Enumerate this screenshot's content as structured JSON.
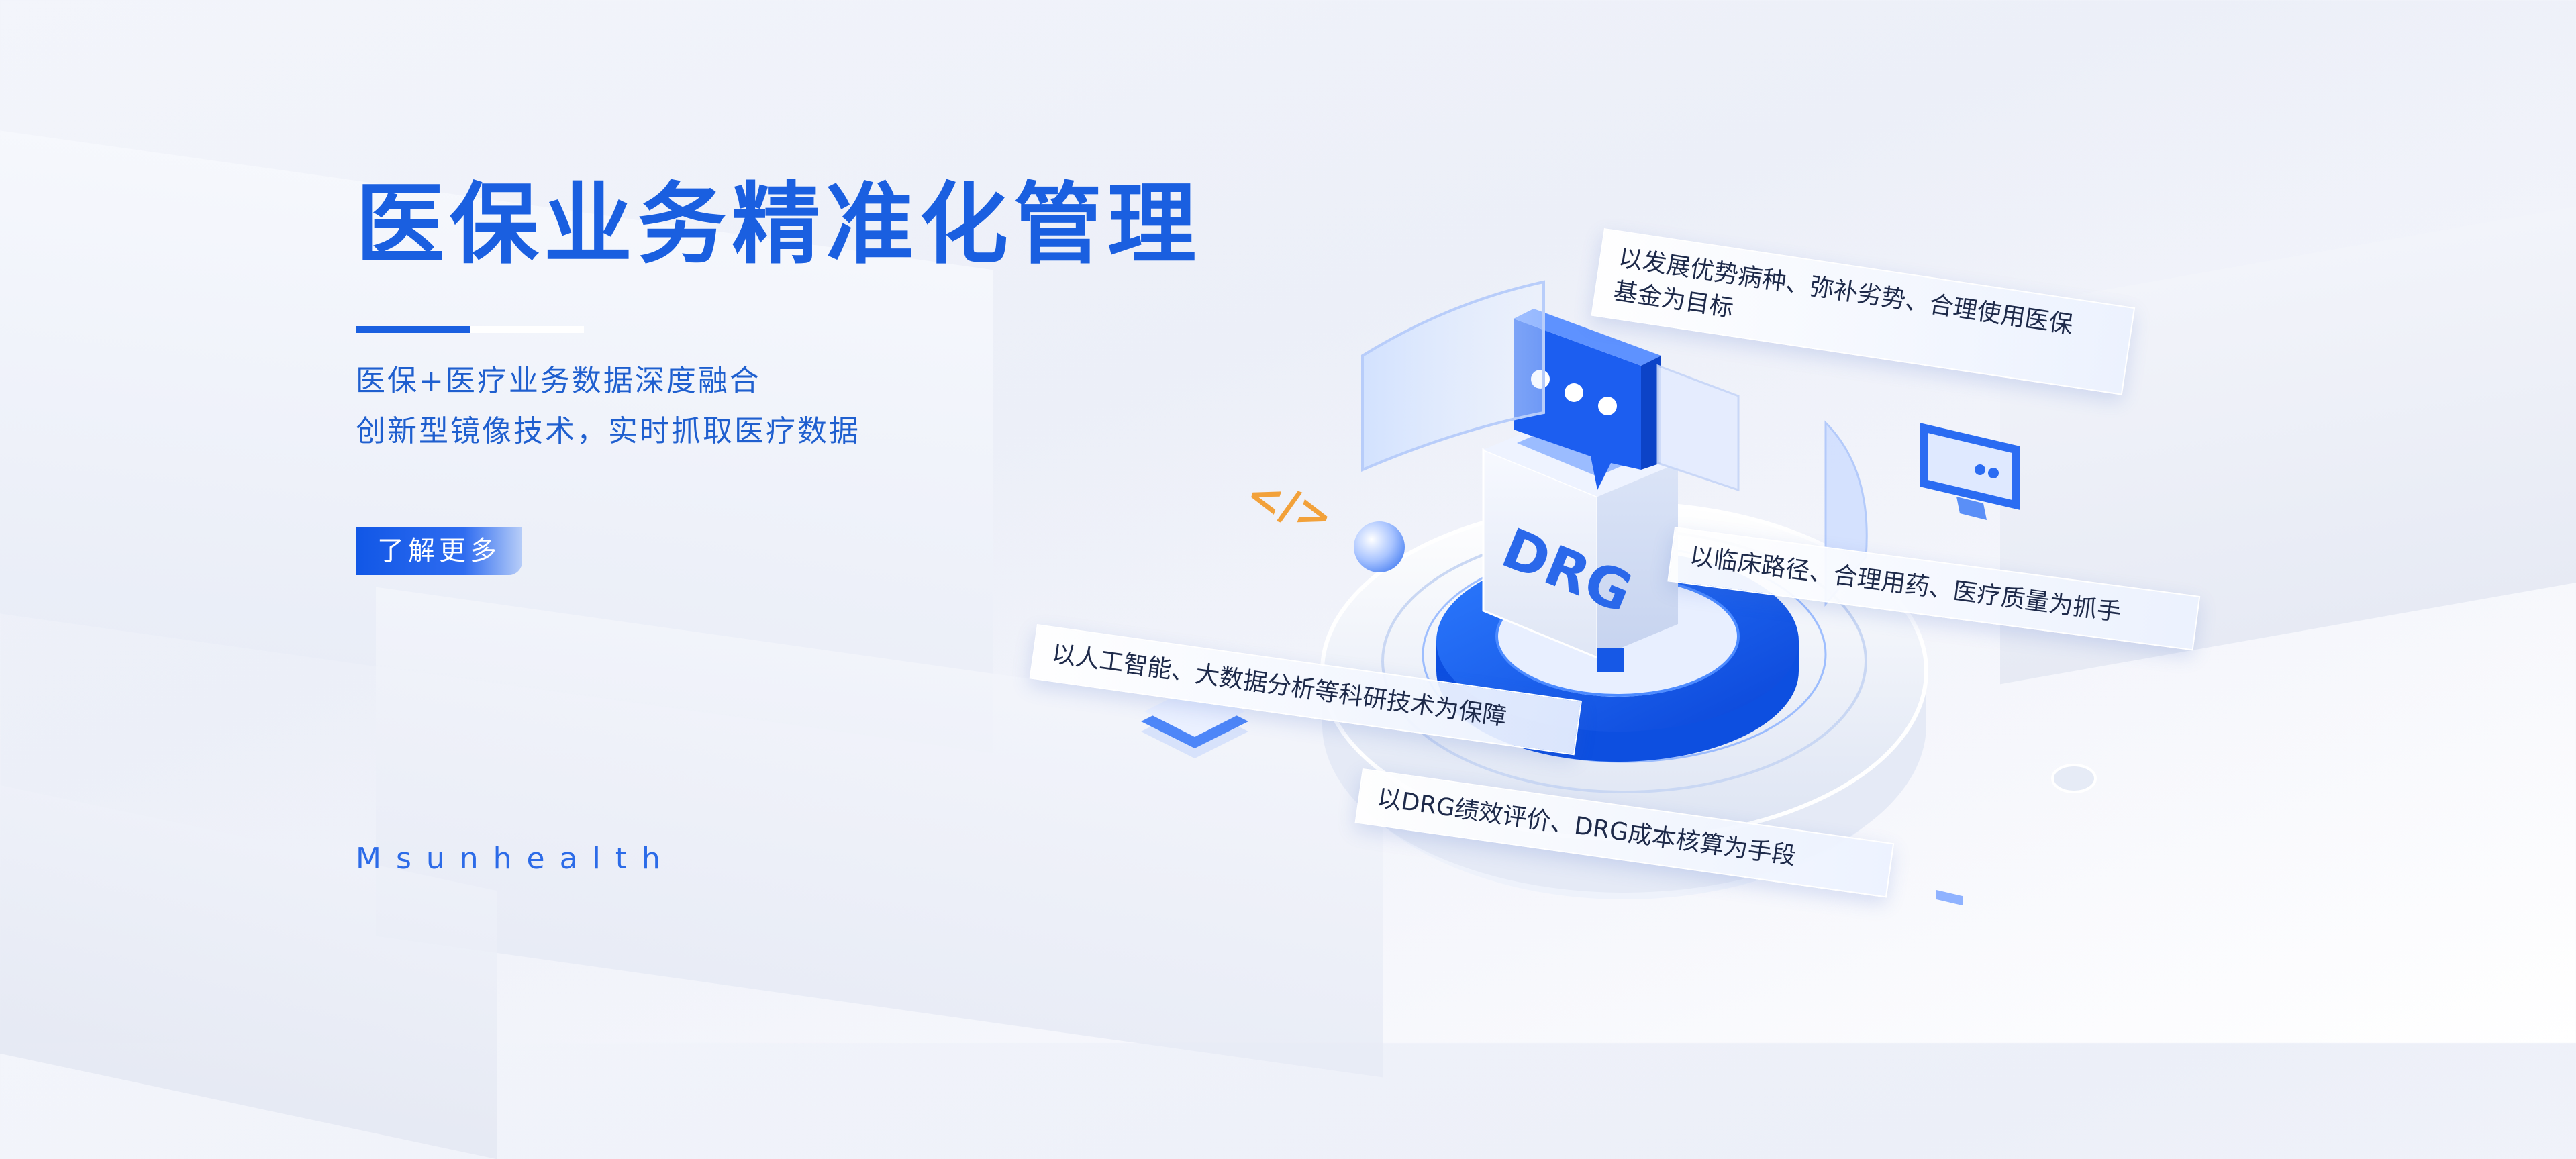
{
  "hero": {
    "title": "医保业务精准化管理",
    "subtitle_line1": "医保+医疗业务数据深度融合",
    "subtitle_line2": "创新型镜像技术，实时抓取医疗数据",
    "cta_label": "了解更多",
    "brand": "Msunhealth"
  },
  "illustration": {
    "cube_label": "DRG",
    "code_glyph": "</>",
    "cards": [
      {
        "line1": "以发展优势病种、弥补劣势、合理使用医保",
        "line2": "基金为目标"
      },
      {
        "line1": "以临床路径、合理用药、医疗质量为抓手"
      },
      {
        "line1": "以人工智能、大数据分析等科研技术为保障"
      },
      {
        "line1": "以DRG绩效评价、DRG成本核算为手段"
      }
    ]
  },
  "colors": {
    "brand_blue": "#1a5fe0",
    "accent_orange": "#f2a13a"
  }
}
